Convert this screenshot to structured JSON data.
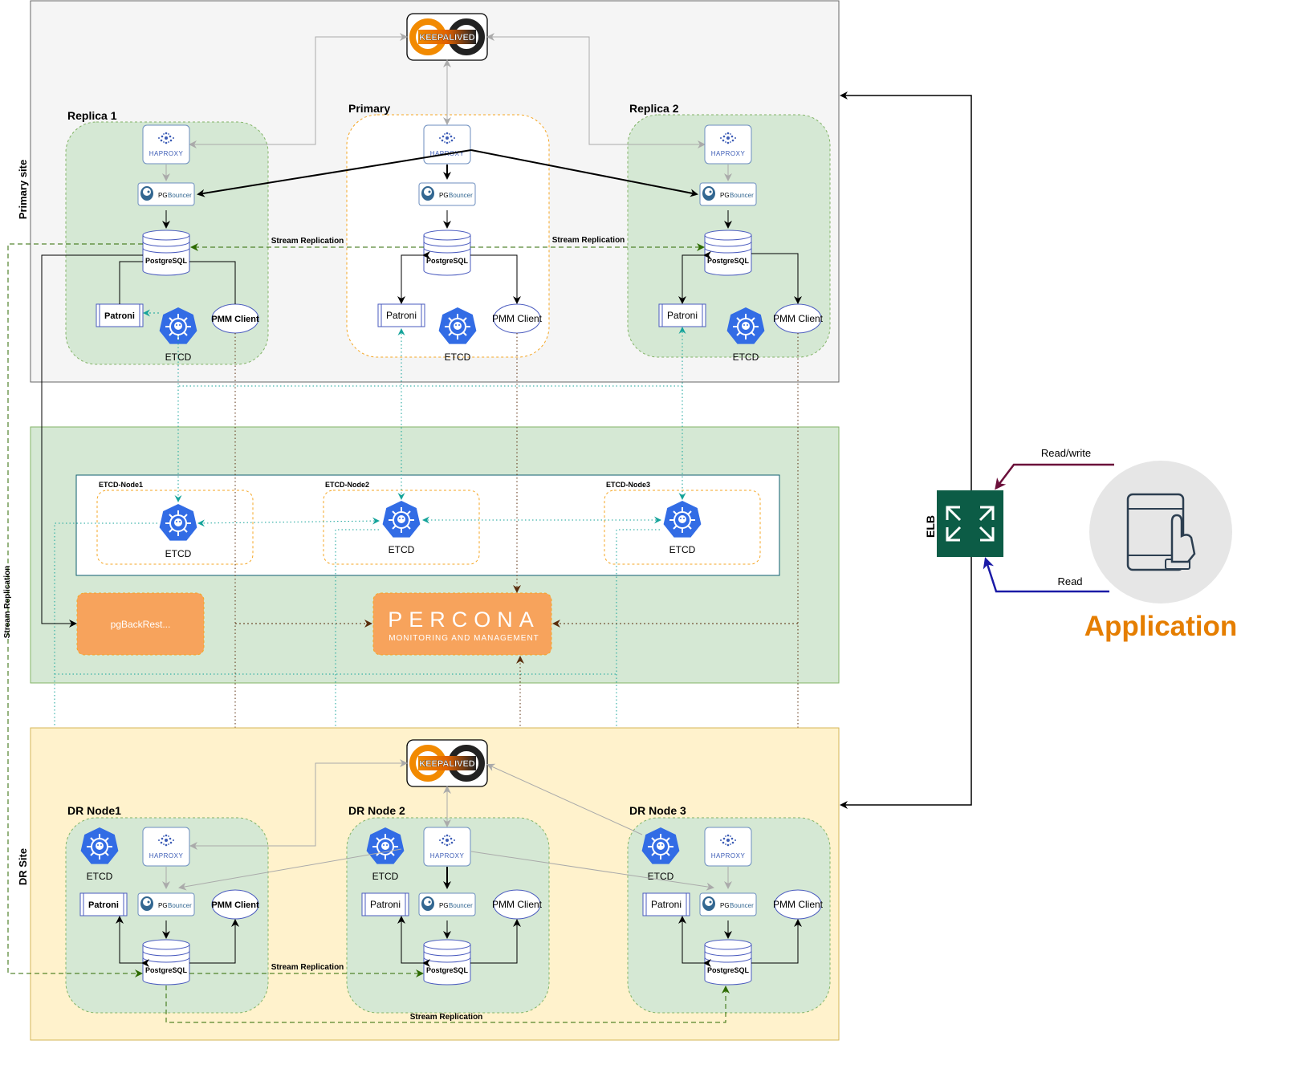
{
  "primary_site": {
    "side_label": "Primary site",
    "keepalived": "KEEPALIVED",
    "nodes": [
      {
        "title": "Replica 1",
        "haproxy": "HAPROXY",
        "pgbouncer_pg": "PG",
        "pgbouncer_b": "Bouncer",
        "postgres": "PostgreSQL",
        "patroni": "Patroni",
        "pmm": "PMM Client",
        "etcd": "ETCD"
      },
      {
        "title": "Primary",
        "haproxy": "HAPROXY",
        "pgbouncer_pg": "PG",
        "pgbouncer_b": "Bouncer",
        "postgres": "PostgreSQL",
        "patroni": "Patroni",
        "pmm": "PMM Client",
        "etcd": "ETCD"
      },
      {
        "title": "Replica 2",
        "haproxy": "HAPROXY",
        "pgbouncer_pg": "PG",
        "pgbouncer_b": "Bouncer",
        "postgres": "PostgreSQL",
        "patroni": "Patroni",
        "pmm": "PMM Client",
        "etcd": "ETCD"
      }
    ],
    "stream_left": "Stream Replication",
    "stream_right": "Stream Replication"
  },
  "middle": {
    "etcd_nodes": [
      {
        "title": "ETCD-Node1",
        "label": "ETCD"
      },
      {
        "title": "ETCD-Node2",
        "label": "ETCD"
      },
      {
        "title": "ETCD-Node3",
        "label": "ETCD"
      }
    ],
    "pgbackrest": "pgBackRest...",
    "percona_title": "PERCONA",
    "percona_sub": "MONITORING AND MANAGEMENT"
  },
  "dr_site": {
    "side_label": "DR Site",
    "keepalived": "KEEPALIVED",
    "nodes": [
      {
        "title": "DR Node1",
        "haproxy": "HAPROXY",
        "pgbouncer_pg": "PG",
        "pgbouncer_b": "Bouncer",
        "postgres": "PostgreSQL",
        "patroni": "Patroni",
        "pmm": "PMM Client",
        "etcd": "ETCD"
      },
      {
        "title": "DR Node 2",
        "haproxy": "HAPROXY",
        "pgbouncer_pg": "PG",
        "pgbouncer_b": "Bouncer",
        "postgres": "PostgreSQL",
        "patroni": "Patroni",
        "pmm": "PMM Client",
        "etcd": "ETCD"
      },
      {
        "title": "DR Node 3",
        "haproxy": "HAPROXY",
        "pgbouncer_pg": "PG",
        "pgbouncer_b": "Bouncer",
        "postgres": "PostgreSQL",
        "patroni": "Patroni",
        "pmm": "PMM Client",
        "etcd": "ETCD"
      }
    ],
    "stream_mid": "Stream Replication",
    "stream_bottom": "Stream Replication"
  },
  "cross_site_stream": "Stream Replication",
  "elb": "ELB",
  "read_write": "Read/write",
  "read": "Read",
  "application": "Application",
  "colors": {
    "site_gray": "#f5f5f5",
    "green_fill": "#d5e8d4",
    "yellow_fill": "#fff2cc",
    "orange": "#f7a35c",
    "etcd_blue": "#326ce5",
    "elb_green": "#0c5c46",
    "app_orange": "#e57e00"
  },
  "icons": [
    "keepalived-logo",
    "haproxy-logo",
    "pgbouncer-logo",
    "database-icon",
    "kubernetes-etcd-icon",
    "elb-icon",
    "tablet-touch-icon"
  ]
}
